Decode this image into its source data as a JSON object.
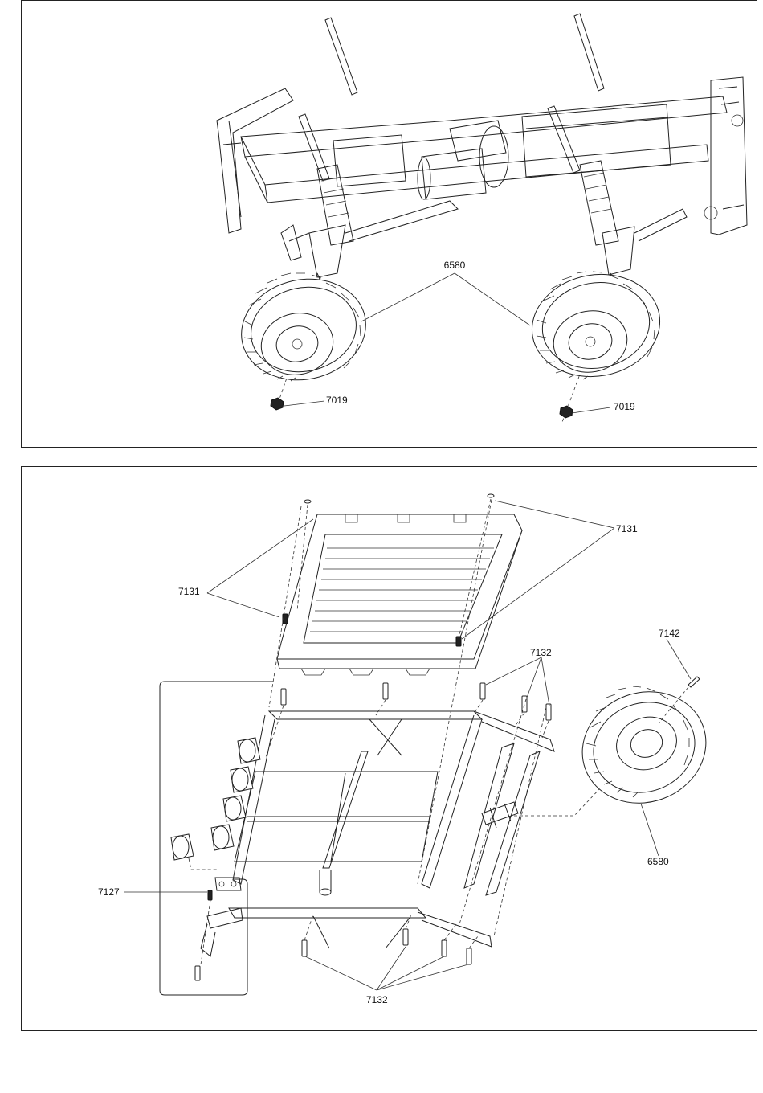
{
  "callouts": {
    "top_wheel": "6580",
    "top_nut_left": "7019",
    "top_nut_right": "7019",
    "rack_screw_left": "7131",
    "rack_screw_right": "7131",
    "rack_screws_mid": "7132",
    "rack_screws_bottom": "7132",
    "spare_pin": "7142",
    "spare_wheel": "6580",
    "light_screw": "7127"
  },
  "colors": {
    "line": "#222222",
    "background": "#ffffff"
  }
}
